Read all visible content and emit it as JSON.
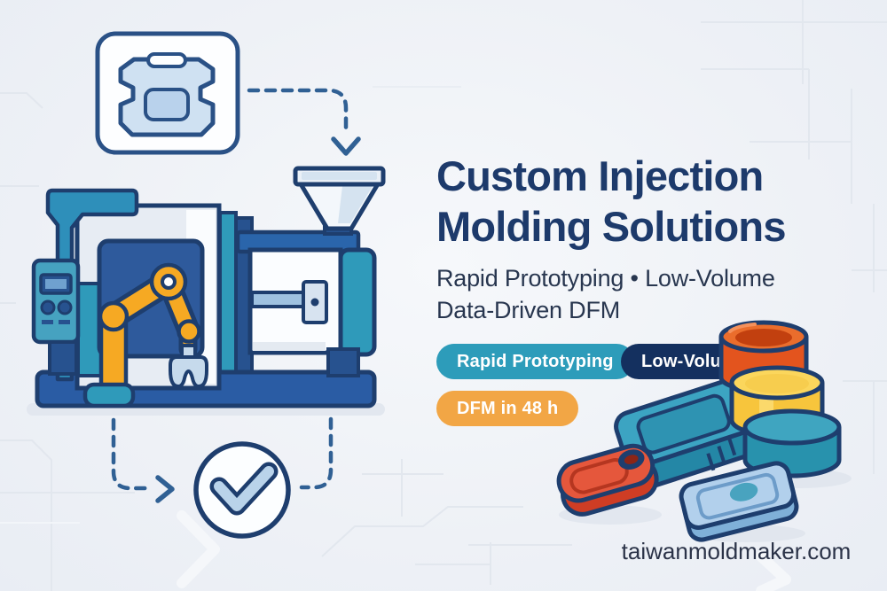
{
  "page": {
    "type": "marketing-banner",
    "website": "taiwanmoldmaker.com"
  },
  "hero": {
    "title_line1": "Custom Injection",
    "title_line2": "Molding Solutions",
    "subtitle_line1": "Rapid Prototyping • Low-Volume",
    "subtitle_line2": "Data-Driven DFM",
    "badges": [
      {
        "label": "Rapid Prototyping",
        "bg": "#2D9CBA",
        "text_color": "#FFFFFF"
      },
      {
        "label": "Low-Volume",
        "bg": "#14305F",
        "text_color": "#FFFFFF"
      },
      {
        "label": "DFM in 48 h",
        "bg": "#F2A645",
        "text_color": "#FFFFFF"
      }
    ],
    "footer_text": "taiwanmoldmaker.com"
  },
  "colors": {
    "background": "#EEF1F6",
    "outline_navy": "#1E3E6E",
    "headline": "#1D3A6B",
    "subtitle": "#28364F",
    "machine_blue": "#2A5CA4",
    "machine_deep_blue": "#27528F",
    "machine_teal": "#2F9ABA",
    "panel_light": "#E7ECF3",
    "arm_orange": "#F6A923",
    "gripper_lightblue": "#C6DAEC",
    "dash_blue": "#306094",
    "part_red": "#DA4A2F",
    "part_orange": "#E3541E",
    "part_yellow": "#F7C53C",
    "part_teal": "#2892AD",
    "part_lightblue_plate": "#B2D0EC"
  },
  "illustration": {
    "flow_icons": [
      "molded-part-icon",
      "dashed-arrow-down",
      "injection-molding-machine",
      "dashed-arrow-right",
      "quality-check-icon",
      "dashed-arrow-left"
    ],
    "machine_icons": [
      "control-panel",
      "robotic-arm",
      "material-hopper",
      "mold-plate",
      "gripper",
      "machine-base"
    ],
    "product_icons": [
      "red-keyfob-part",
      "teal-container-part",
      "orange-cylinder-part",
      "yellow-cylinder-part",
      "teal-cylinder-part",
      "blue-plate-part"
    ]
  }
}
